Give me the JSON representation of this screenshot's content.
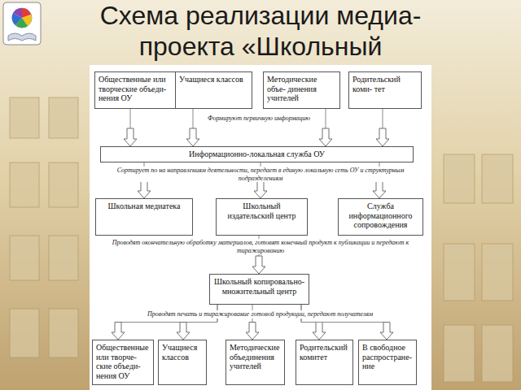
{
  "diagram": {
    "title": "Схема реализации медиа- проекта «Школьный",
    "nodes": [
      {
        "text": [
          "Общественные или творческие объеди- нения ОУ"
        ]
      },
      {
        "text": [
          "Учащиеся классов"
        ]
      },
      {
        "text": [
          "Методические объе- динения учителей"
        ]
      },
      {
        "text": [
          "Родительский коми- тет"
        ]
      },
      {
        "text": [
          "Информационно-локальная служба ОУ"
        ]
      },
      {
        "text": [
          "Школьная медиатека"
        ]
      },
      {
        "text": [
          "Школьный издательский центр"
        ]
      },
      {
        "text": [
          "Служба информационного сопровождения"
        ]
      },
      {
        "text": [
          "Школьный копировально-множительный центр"
        ]
      },
      {
        "text": [
          "Общественные или творче- ские объеди- нения ОУ"
        ]
      },
      {
        "text": [
          "Учащиеся классов"
        ]
      },
      {
        "text": [
          "Методические объединения учителей"
        ]
      },
      {
        "text": [
          "Родительский комитет"
        ]
      },
      {
        "text": [
          "В свободное распростране- ние"
        ]
      }
    ],
    "edges": [
      {
        "from": 0,
        "to": 4,
        "arrow": "to"
      },
      {
        "from": 1,
        "to": 4,
        "arrow": "to"
      },
      {
        "from": 2,
        "to": 4,
        "arrow": "to"
      },
      {
        "from": 3,
        "to": 4,
        "arrow": "to"
      },
      {
        "from": 4,
        "to": 5,
        "arrow": "to"
      },
      {
        "from": 4,
        "to": 6,
        "arrow": "to"
      },
      {
        "from": 4,
        "to": 7,
        "arrow": "to"
      },
      {
        "from": 6,
        "to": 8,
        "arrow": "to"
      },
      {
        "from": 8,
        "to": 9,
        "arrow": "to"
      },
      {
        "from": 8,
        "to": 10,
        "arrow": "to"
      },
      {
        "from": 8,
        "to": 11,
        "arrow": "to"
      },
      {
        "from": 8,
        "to": 12,
        "arrow": "to"
      },
      {
        "from": 8,
        "to": 13,
        "arrow": "to"
      }
    ],
    "labels": [
      "Формируют первичную информацию",
      "Сортирует по на направлениям деятельности, передает в единую локальную сеть ОУ и структурным подразделениям",
      "Проводят окончательную обработку материалов, готовят конечный продукт к публикации и передают к тиражированию",
      "Проводят печать и тиражирование готовой продукции, передают получателям"
    ]
  }
}
